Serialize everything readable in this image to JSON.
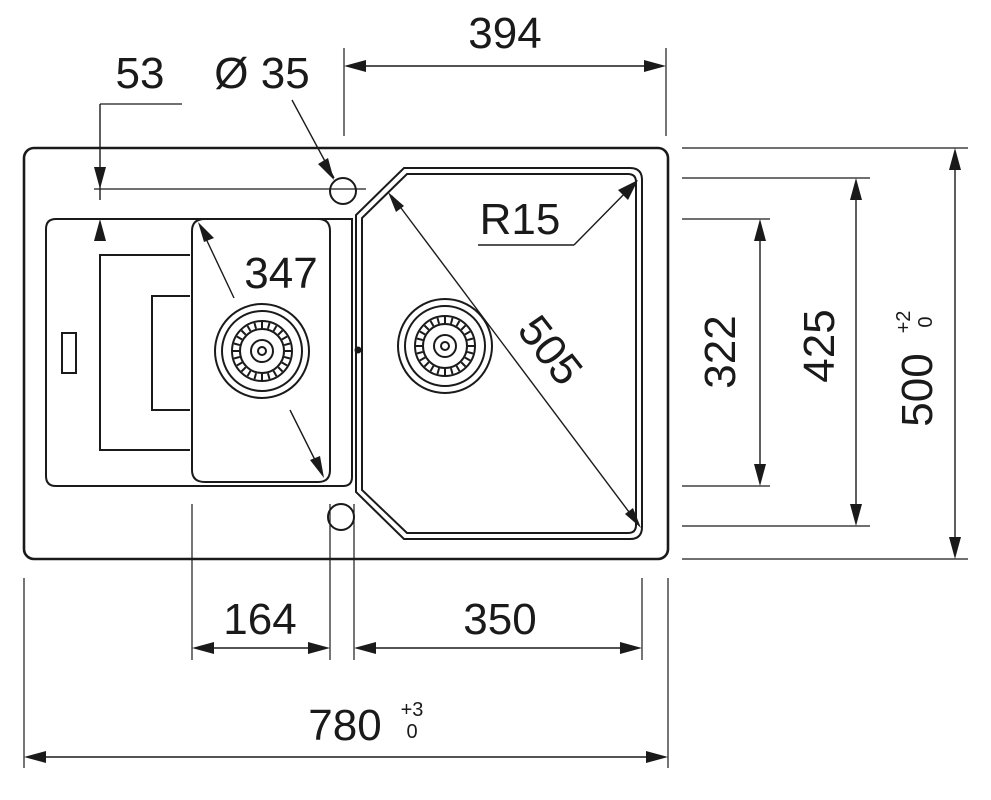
{
  "dimensions": {
    "top_width": "394",
    "offset": "53",
    "tap_hole": "Ø 35",
    "corner_radius": "R15",
    "small_bowl_diagonal": "347",
    "large_bowl_diagonal": "505",
    "height_322": "322",
    "height_425": "425",
    "overall_depth": "500",
    "overall_depth_tol_upper": "+2",
    "overall_depth_tol_lower": "0",
    "small_bowl_width": "164",
    "large_bowl_width": "350",
    "overall_width": "780",
    "overall_width_tol_upper": "+3",
    "overall_width_tol_lower": "0"
  },
  "colors": {
    "line": "#1a1a1a",
    "background": "#ffffff"
  }
}
